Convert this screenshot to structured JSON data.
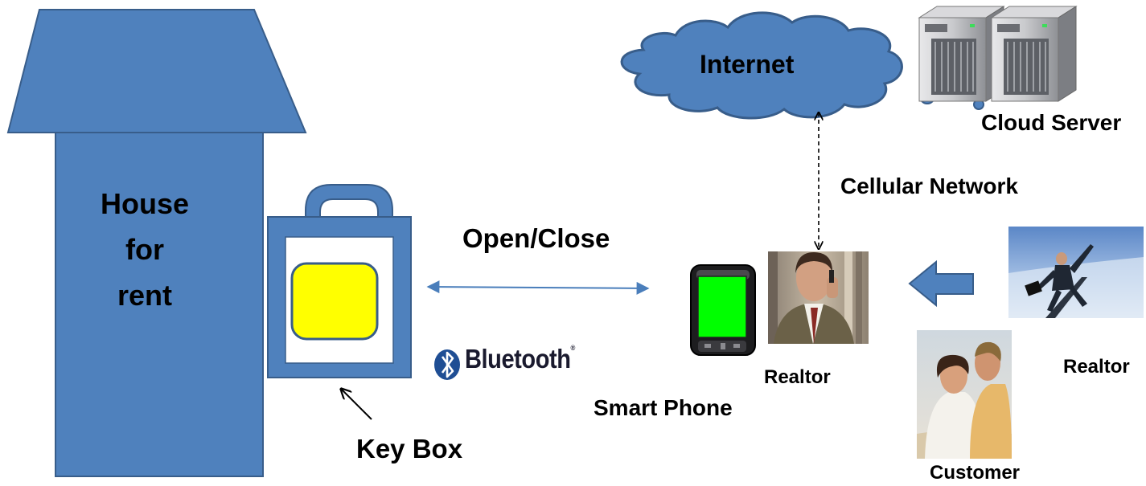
{
  "house": {
    "line1": "House",
    "line2": "for",
    "line3": "rent"
  },
  "labels": {
    "internet": "Internet",
    "cloud_server": "Cloud Server",
    "cellular_network": "Cellular Network",
    "open_close": "Open/Close",
    "bluetooth": "Bluetooth",
    "bluetooth_reg": "®",
    "smart_phone": "Smart Phone",
    "realtor_center": "Realtor",
    "realtor_right": "Realtor",
    "customer": "Customer",
    "key_box": "Key Box"
  },
  "colors": {
    "house_fill": "#4f81bd",
    "house_stroke": "#385d8a",
    "keybox_inner": "#ffffff",
    "keypad": "#ffff00",
    "phone_screen": "#00ff00",
    "cloud_fill": "#4f81bd",
    "arrow_line": "#4a7ebb"
  },
  "icons": {
    "bluetooth": "bluetooth-logo-icon",
    "server": "server-icon",
    "phone": "smartphone-icon"
  }
}
